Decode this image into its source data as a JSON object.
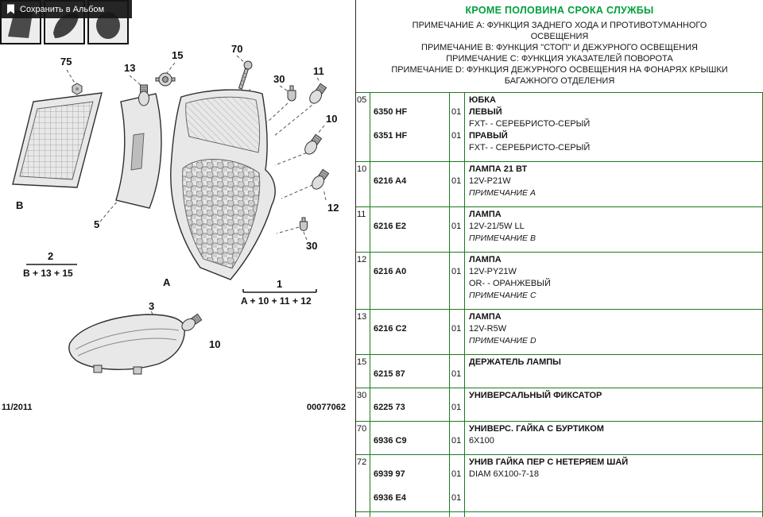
{
  "colors": {
    "table_line_green": "#1e7a1e",
    "title_green": "#00a03c",
    "divider": "#2b2b2b"
  },
  "photo_bar": {
    "save_label": "Сохранить в Альбом"
  },
  "header": {
    "title": "КРОМЕ ПОЛОВИНА СРОКА СЛУЖБЫ",
    "notes": [
      "ПРИМЕЧАНИЕ A: ФУНКЦИЯ ЗАДНЕГО ХОДА И ПРОТИВОТУМАННОГО ОСВЕЩЕНИЯ",
      "ПРИМЕЧАНИЕ B: ФУНКЦИЯ \"СТОП\" И ДЕЖУРНОГО ОСВЕЩЕНИЯ",
      "ПРИМЕЧАНИЕ C: ФУНКЦИЯ УКАЗАТЕЛЕЙ ПОВОРОТА",
      "ПРИМЕЧАНИЕ D: ФУНКЦИЯ ДЕЖУРНОГО ОСВЕЩЕНИЯ НА ФОНАРЯХ КРЫШКИ БАГАЖНОГО ОТДЕЛЕНИЯ"
    ]
  },
  "diagram": {
    "date": "11/2011",
    "doc_number": "00077062",
    "callouts": {
      "c75": "75",
      "c13": "13",
      "c15": "15",
      "c70": "70",
      "c30_top": "30",
      "c11": "11",
      "c10_right": "10",
      "c12": "12",
      "c30_right": "30",
      "c10_bottom": "10"
    },
    "part_labels": {
      "a": "A",
      "b": "B",
      "bracket": "5",
      "indicator": "3",
      "group2_num": "2",
      "group2_text": "B + 13 + 15",
      "group1_num": "1",
      "group1_text": "A + 10 + 11 + 12"
    }
  },
  "table": {
    "rows": [
      {
        "ref": "05",
        "lines": [
          {
            "desc": "ЮБКА",
            "style": "b"
          },
          {
            "part": "6350 HF",
            "qty": "01",
            "desc": "ЛЕВЫЙ",
            "style": "b"
          },
          {
            "desc": "FXT- - СЕРЕБРИСТО-СЕРЫЙ"
          },
          {
            "part": "6351 HF",
            "qty": "01",
            "desc": "ПРАВЫЙ",
            "style": "b"
          },
          {
            "desc": "FXT- - СЕРЕБРИСТО-СЕРЫЙ"
          }
        ]
      },
      {
        "ref": "10",
        "lines": [
          {
            "desc": "ЛАМПА 21 ВТ",
            "style": "b"
          },
          {
            "part": "6216 A4",
            "qty": "01",
            "desc": "12V-P21W"
          },
          {
            "desc": "ПРИМЕЧАНИЕ A",
            "style": "i"
          }
        ]
      },
      {
        "ref": "11",
        "lines": [
          {
            "desc": "ЛАМПА",
            "style": "b"
          },
          {
            "part": "6216 E2",
            "qty": "01",
            "desc": "12V-21/5W LL"
          },
          {
            "desc": "ПРИМЕЧАНИЕ B",
            "style": "i"
          }
        ]
      },
      {
        "ref": "12",
        "lines": [
          {
            "desc": "ЛАМПА",
            "style": "b"
          },
          {
            "part": "6216 A0",
            "qty": "01",
            "desc": "12V-PY21W"
          },
          {
            "desc": "OR- - ОРАНЖЕВЫЙ"
          },
          {
            "desc": "ПРИМЕЧАНИЕ C",
            "style": "i"
          }
        ]
      },
      {
        "ref": "13",
        "lines": [
          {
            "desc": "ЛАМПА",
            "style": "b"
          },
          {
            "part": "6216 C2",
            "qty": "01",
            "desc": "12V-R5W"
          },
          {
            "desc": "ПРИМЕЧАНИЕ D",
            "style": "i"
          }
        ]
      },
      {
        "ref": "15",
        "lines": [
          {
            "desc": "ДЕРЖАТЕЛЬ ЛАМПЫ",
            "style": "b"
          },
          {
            "part": "6215 87",
            "qty": "01"
          }
        ]
      },
      {
        "ref": "30",
        "lines": [
          {
            "desc": "УНИВЕРСАЛЬНЫЙ ФИКСАТОР",
            "style": "b"
          },
          {
            "part": "6225 73",
            "qty": "01"
          }
        ]
      },
      {
        "ref": "70",
        "lines": [
          {
            "desc": "УНИВЕРС. ГАЙКА С БУРТИКОМ",
            "style": "b"
          },
          {
            "part": "6936 C9",
            "qty": "01",
            "desc": "6X100"
          }
        ]
      },
      {
        "ref": "72",
        "lines": [
          {
            "desc": "УНИВ ГАЙКА ПЕР С НЕТЕРЯЕМ ШАЙ",
            "style": "b"
          },
          {
            "part": "6939 97",
            "qty": "01",
            "desc": "DIAM 6X100-7-18"
          },
          {},
          {
            "part": "6936 E4",
            "qty": "01"
          }
        ]
      }
    ]
  }
}
